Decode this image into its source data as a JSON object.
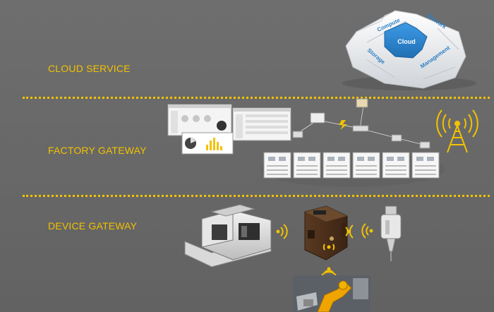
{
  "layers": [
    {
      "label": "CLOUD SERVICE"
    },
    {
      "label": "FACTORY GATEWAY"
    },
    {
      "label": "DEVICE GATEWAY"
    }
  ],
  "cloud": {
    "center": "Cloud",
    "pieces": [
      "Compute",
      "Network",
      "Storage",
      "Management"
    ]
  },
  "colors": {
    "background": "#6b6b6b",
    "accent": "#f2c200",
    "cloud_blue": "#2d7fc4"
  },
  "icons": [
    "puzzle-cloud-icon",
    "dashboard-screens-icon",
    "network-topology-icon",
    "cell-tower-icon",
    "cnc-machine-icon",
    "gateway-device-icon",
    "spindle-sensor-icon",
    "robot-arm-icon",
    "wireless-signal-icon"
  ]
}
